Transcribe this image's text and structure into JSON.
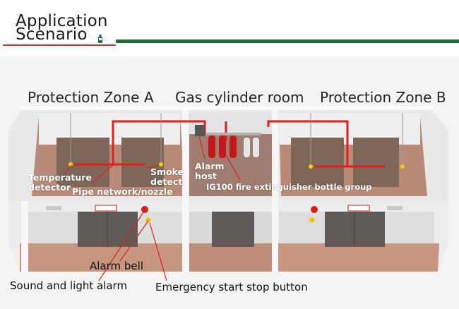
{
  "header": {
    "title_line1": "Application",
    "title_line2": "Scenario",
    "icon": "fire-extinguisher-icon",
    "accent_red": "#c0392b",
    "accent_green": "#1f6b3a"
  },
  "zones": {
    "zone_a": "Protection Zone A",
    "cylinder_room": "Gas cylinder room",
    "zone_b": "Protection Zone B"
  },
  "labels": {
    "temperature_detector": "Temperature\ndetector",
    "pipe_network": "Pipe network/nozzle",
    "smoke_detector": "Smoke\ndetector",
    "alarm_host": "Alarm\nhost",
    "bottle_group": "IG100 fire extinguisher bottle group",
    "alarm_bell": "Alarm bell",
    "sound_light_alarm": "Sound and light alarm",
    "emergency_button": "Emergency start stop button"
  },
  "colors": {
    "pipe": "#e0201b",
    "floor": "#b98a78",
    "cabinet": "#7e6659",
    "cylinder": "#c41818"
  }
}
